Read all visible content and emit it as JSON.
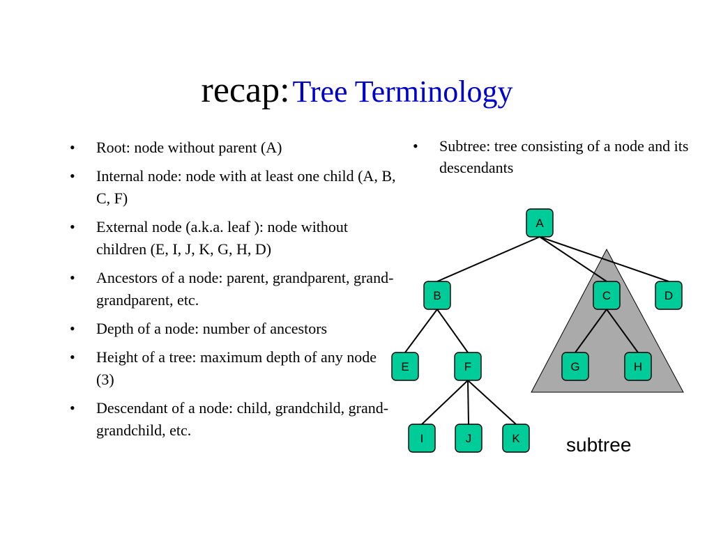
{
  "title": {
    "prefix": "recap:",
    "main": "Tree Terminology",
    "main_color": "#0000cc"
  },
  "bullet_glyph": "•",
  "left_bullets": [
    "Root: node without parent (A)",
    "Internal node: node with at least one child (A, B, C, F)",
    "External node (a.k.a. leaf ): node without children (E, I, J, K, G, H, D)",
    "Ancestors of a node: parent, grandparent, grand-grandparent, etc.",
    "Depth of a node: number of ancestors",
    "Height of a tree: maximum depth of any node (3)",
    "Descendant of a node: child, grandchild, grand-grandchild, etc."
  ],
  "right_bullets": [
    "Subtree: tree consisting of a node and its descendants"
  ],
  "tree": {
    "node_color": "#00cc99",
    "subtree_shade_color": "#aaaaaa",
    "nodes": [
      "A",
      "B",
      "C",
      "D",
      "E",
      "F",
      "G",
      "H",
      "I",
      "J",
      "K"
    ],
    "edges": [
      [
        "A",
        "B"
      ],
      [
        "A",
        "C"
      ],
      [
        "A",
        "D"
      ],
      [
        "B",
        "E"
      ],
      [
        "B",
        "F"
      ],
      [
        "C",
        "G"
      ],
      [
        "C",
        "H"
      ],
      [
        "F",
        "I"
      ],
      [
        "F",
        "J"
      ],
      [
        "F",
        "K"
      ]
    ],
    "subtree_root": "C",
    "subtree_caption": "subtree"
  }
}
